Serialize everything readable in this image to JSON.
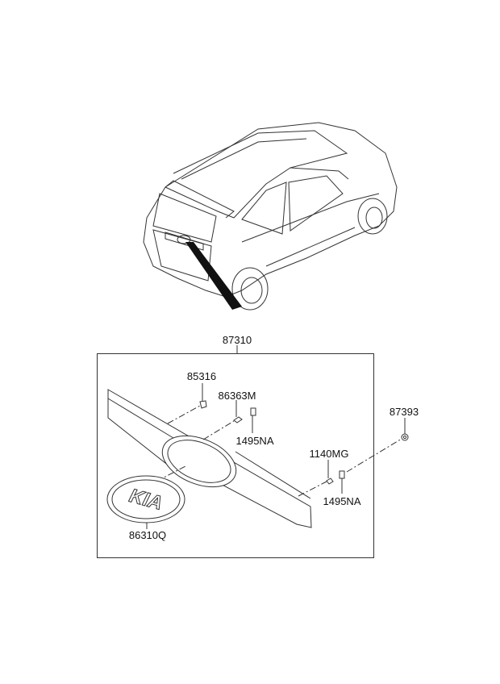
{
  "assembly_label": "87310",
  "parts": [
    {
      "id": "85316"
    },
    {
      "id": "86363M"
    },
    {
      "id": "1495NA"
    },
    {
      "id": "1140MG"
    },
    {
      "id": "1495NA"
    },
    {
      "id": "87393"
    },
    {
      "id": "86310Q"
    }
  ],
  "emblem_text": "KIA"
}
